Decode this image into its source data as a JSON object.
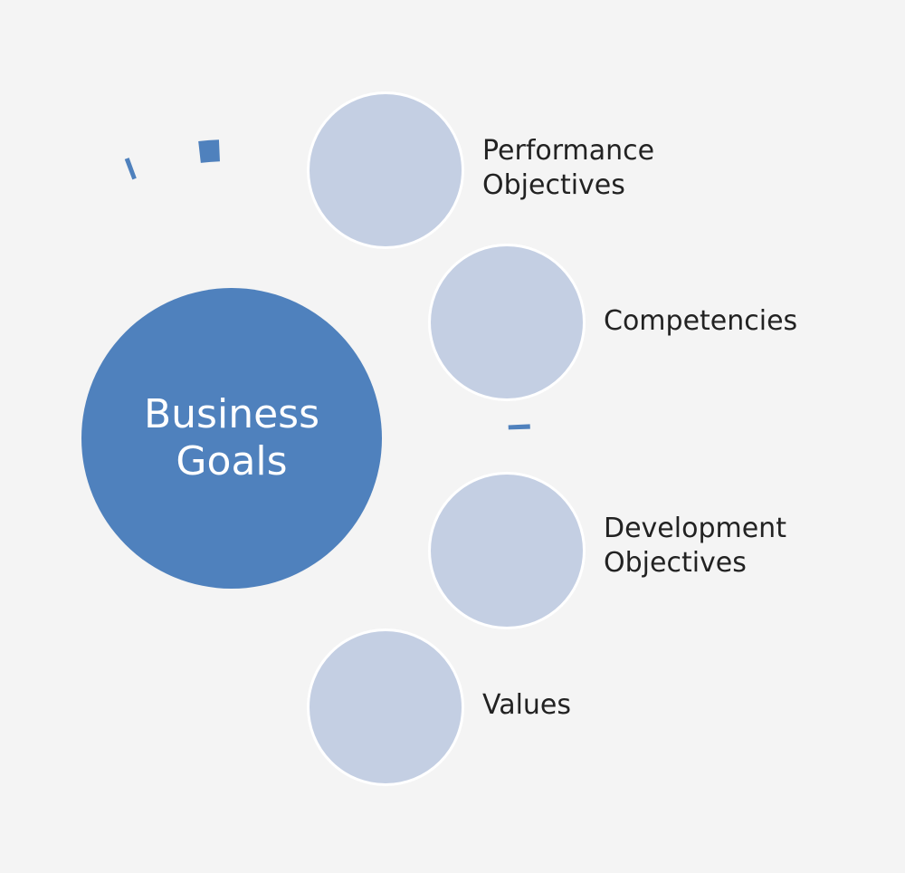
{
  "diagram": {
    "center": {
      "label": "Business Goals"
    },
    "nodes": [
      {
        "label": "Performance Objectives"
      },
      {
        "label": "Competencies"
      },
      {
        "label": "Development Objectives"
      },
      {
        "label": "Values"
      }
    ],
    "colors": {
      "background": "#f4f4f4",
      "center_fill": "#4f81bd",
      "node_fill": "#c4cfe3",
      "arc": "#4f81bd",
      "text_dark": "#222222",
      "text_light": "#ffffff"
    }
  }
}
